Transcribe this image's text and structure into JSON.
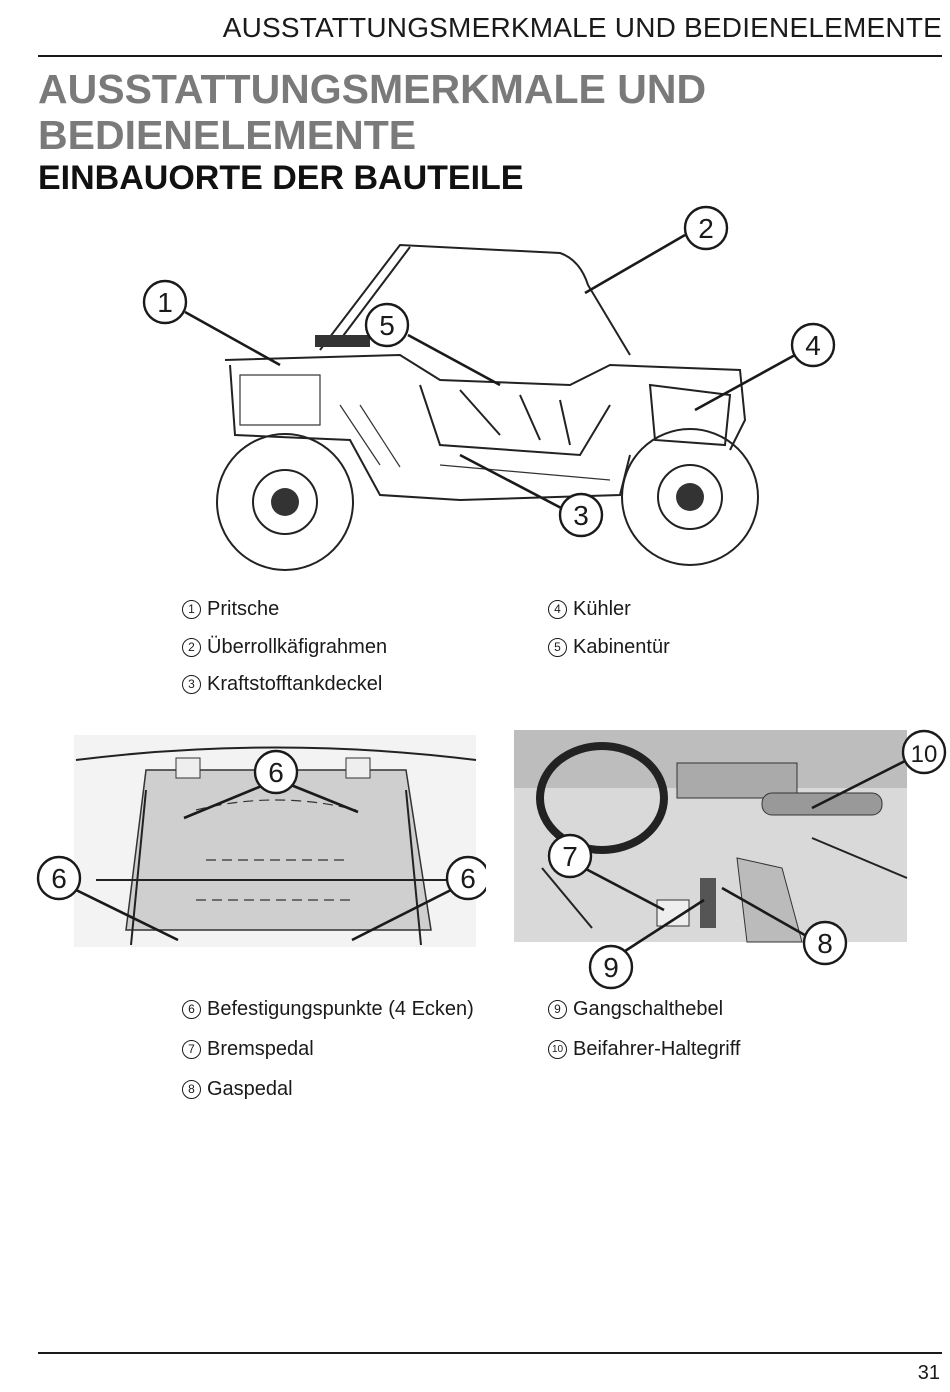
{
  "header": {
    "running_title": "AUSSTATTUNGSMERKMALE UND BEDIENELEMENTE"
  },
  "section": {
    "title": "AUSSTATTUNGSMERKMALE UND BEDIENELEMENTE",
    "subtitle": "EINBAUORTE DER BAUTEILE"
  },
  "figure1": {
    "callouts": [
      "1",
      "2",
      "3",
      "4",
      "5"
    ],
    "legend": [
      {
        "num": "1",
        "label": "Pritsche"
      },
      {
        "num": "2",
        "label": "Überrollkäfigrahmen"
      },
      {
        "num": "3",
        "label": "Kraftstofftankdeckel"
      },
      {
        "num": "4",
        "label": "Kühler"
      },
      {
        "num": "5",
        "label": "Kabinentür"
      }
    ]
  },
  "figure2": {
    "callouts": [
      "6",
      "6",
      "6"
    ]
  },
  "figure3": {
    "callouts": [
      "7",
      "8",
      "9",
      "10"
    ]
  },
  "legend2": [
    {
      "num": "6",
      "label": "Befestigungspunkte (4 Ecken)"
    },
    {
      "num": "7",
      "label": "Bremspedal"
    },
    {
      "num": "8",
      "label": "Gaspedal"
    },
    {
      "num": "9",
      "label": "Gangschalthebel"
    },
    {
      "num": "10",
      "label": "Beifahrer-Haltegriff"
    }
  ],
  "footer": {
    "page_number": "31"
  }
}
